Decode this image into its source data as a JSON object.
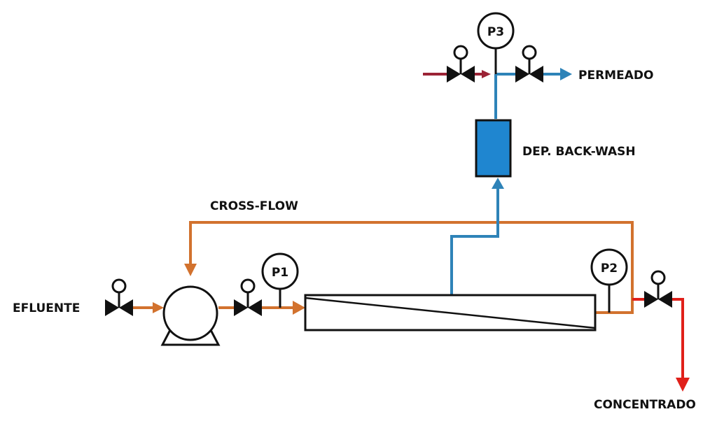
{
  "labels": {
    "inlet": "EFLUENTE",
    "recirculation": "CROSS-FLOW",
    "tank": "DEP. BACK-WASH",
    "permeate": "PERMEADO",
    "concentrate": "CONCENTRADO"
  },
  "gauges": {
    "p1": "P1",
    "p2": "P2",
    "p3": "P3"
  },
  "colors": {
    "feed_line": "#d2722e",
    "permeate_line": "#2e83b8",
    "concentrate_line": "#e0201a",
    "backwash_in_line": "#9b2335",
    "tank_fill": "#1f86d0",
    "outline": "#111111"
  }
}
